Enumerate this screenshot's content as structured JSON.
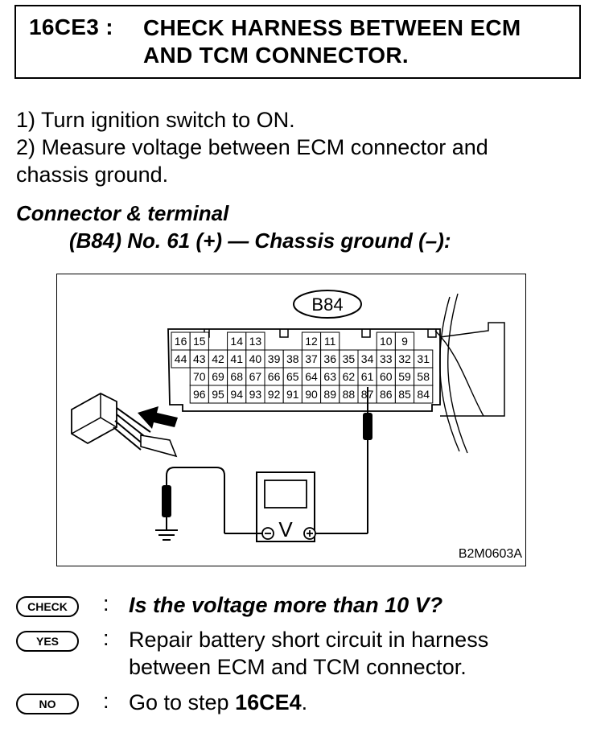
{
  "header": {
    "step_id": "16CE3 :",
    "title_line1": "CHECK HARNESS BETWEEN ECM",
    "title_line2": "AND TCM CONNECTOR."
  },
  "instructions": {
    "line1": "1)  Turn ignition switch to ON.",
    "line2": "2)  Measure voltage between ECM connector and",
    "line3": "chassis ground."
  },
  "connector": {
    "heading": "Connector & terminal",
    "spec": "(B84) No. 61 (+) — Chassis ground (–):"
  },
  "diagram": {
    "connector_label": "B84",
    "figure_code": "B2M0603A",
    "meter_symbol": "V",
    "row1": [
      "16",
      "15",
      "",
      "14",
      "13",
      "",
      "",
      "12",
      "11",
      "",
      "",
      "10",
      "9"
    ],
    "row2": [
      "44",
      "43",
      "42",
      "41",
      "40",
      "39",
      "38",
      "37",
      "36",
      "35",
      "34",
      "33",
      "32",
      "31"
    ],
    "row3": [
      "70",
      "69",
      "68",
      "67",
      "66",
      "65",
      "64",
      "63",
      "62",
      "61",
      "60",
      "59",
      "58"
    ],
    "row4": [
      "96",
      "95",
      "94",
      "93",
      "92",
      "91",
      "90",
      "89",
      "88",
      "87",
      "86",
      "85",
      "84"
    ]
  },
  "results": {
    "check_badge": "CHECK",
    "check_text": "Is the voltage more than 10 V?",
    "yes_badge": "YES",
    "yes_line1": "Repair battery short circuit in harness",
    "yes_line2": "between ECM and TCM connector.",
    "no_badge": "NO",
    "no_text": "Go to step ",
    "no_step": "16CE4",
    "no_end": ".",
    "colon": ":"
  }
}
